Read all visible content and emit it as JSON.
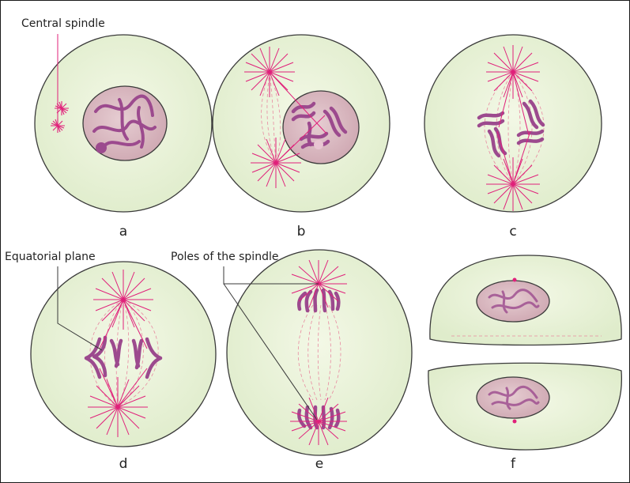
{
  "callouts": {
    "central_spindle": "Central spindle",
    "equatorial_plane": "Equatorial plane",
    "poles_of_the_spindle": "Poles of the spindle"
  },
  "panels": [
    {
      "letter": "a"
    },
    {
      "letter": "b"
    },
    {
      "letter": "c"
    },
    {
      "letter": "d"
    },
    {
      "letter": "e"
    },
    {
      "letter": "f"
    }
  ],
  "colors": {
    "cell_fill": "#e8f2d6",
    "cell_outline": "#3a3a3a",
    "nucleus_fill": "#d8b8c0",
    "chromosome": "#9c4a8e",
    "spindle": "#e0207a",
    "spindle_fibre": "#e88aa0"
  }
}
